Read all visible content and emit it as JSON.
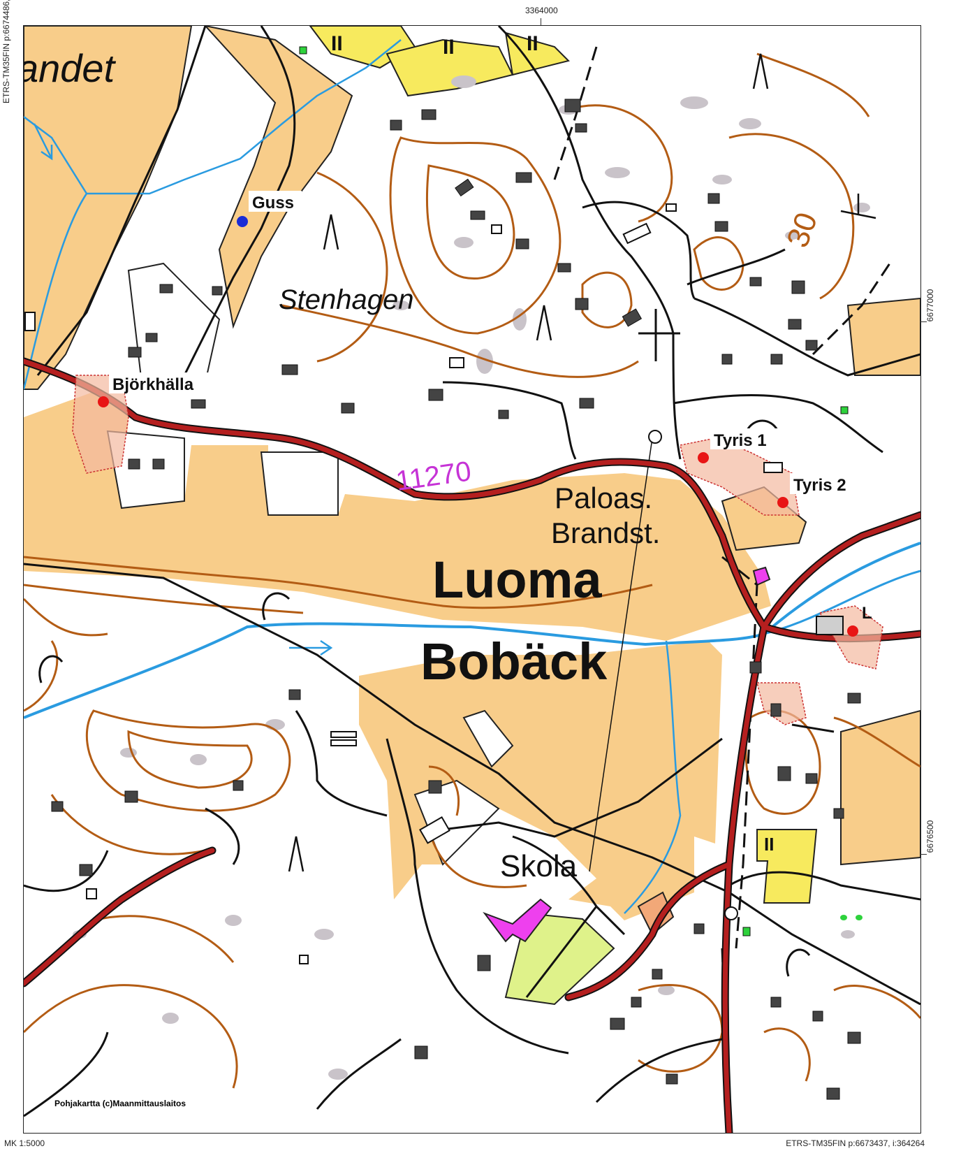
{
  "coords": {
    "left_edge": "ETRS-TM35FIN p:6674486, i:363414",
    "top_tick": "3364000",
    "right_tick_1": "6677000",
    "right_tick_2": "6676500",
    "bottom_right": "ETRS-TM35FIN p:6673437, i:364264"
  },
  "scale": "MK 1:5000",
  "credit": "Pohjakartta (c)Maanmittauslaitos",
  "labels": {
    "fragment": "andet",
    "stenhagen": "Stenhagen",
    "road_number": "11270",
    "paloas": "Paloas.",
    "brandst": "Brandst.",
    "luoma": "Luoma",
    "boback": "Bobäck",
    "skola": "Skola",
    "l_fragment": "L",
    "contour_30": "30"
  },
  "sites": [
    {
      "name": "Guss",
      "color": "#1a2cd6"
    },
    {
      "name": "Björkhälla",
      "color": "#e81515"
    },
    {
      "name": "Tyris 1",
      "color": "#e81515"
    },
    {
      "name": "Tyris 2",
      "color": "#e81515"
    },
    {
      "name": "",
      "color": "#e81515"
    }
  ],
  "colors": {
    "field": "#f8cd8a",
    "contour": "#b35c14",
    "water": "#2a9be0",
    "road_main": "#b51f1f",
    "building": "#444444",
    "rock": "#c9c3c9",
    "yellow_area": "#f7ea5e",
    "magenta_area": "#ee40ee",
    "sports_field": "#dff28a"
  }
}
